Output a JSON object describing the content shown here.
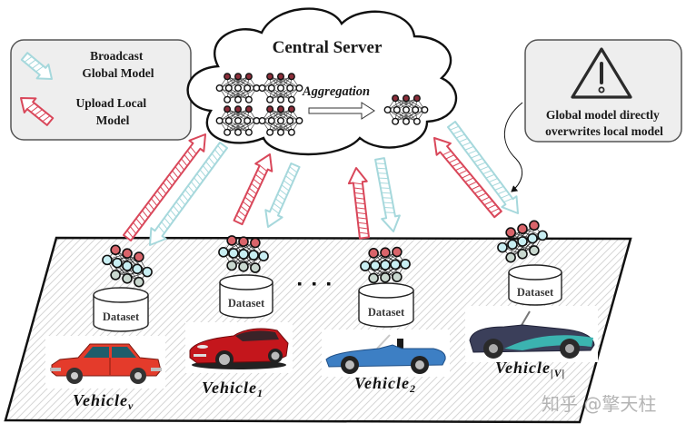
{
  "server": {
    "title": "Central Server",
    "aggregation_label": "Aggregation"
  },
  "legend": {
    "items": [
      {
        "icon": "broadcast-arrow-icon",
        "label_lines": [
          "Broadcast",
          "Global Model"
        ]
      },
      {
        "icon": "upload-arrow-icon",
        "label_lines": [
          "Upload Local",
          "Model"
        ]
      }
    ]
  },
  "warning": {
    "icon": "warning-triangle-icon",
    "lines": [
      "Global model directly",
      "overwrites local model"
    ]
  },
  "vehicles": [
    {
      "name": "Vehicle",
      "subscript": "v",
      "dataset_label": "Dataset",
      "car": "red-sedan"
    },
    {
      "name": "Vehicle",
      "subscript": "1",
      "dataset_label": "Dataset",
      "car": "red-sports-car"
    },
    {
      "name": "Vehicle",
      "subscript": "2",
      "dataset_label": "Dataset",
      "car": "blue-convertible"
    },
    {
      "name": "Vehicle",
      "subscript": "|V|",
      "dataset_label": "Dataset",
      "car": "navy-roadster"
    }
  ],
  "ellipsis": "...",
  "watermark": "知乎 @擎天柱",
  "colors": {
    "upload_arrow": "#d9475a",
    "broadcast_arrow": "#a6d8dc",
    "node_output": "#d9646a",
    "node_hidden": "#c8eef2",
    "node_input": "#c9d8cf",
    "cloud_node_output": "#8b2e3a",
    "panel_fill": "#eeeeee"
  }
}
